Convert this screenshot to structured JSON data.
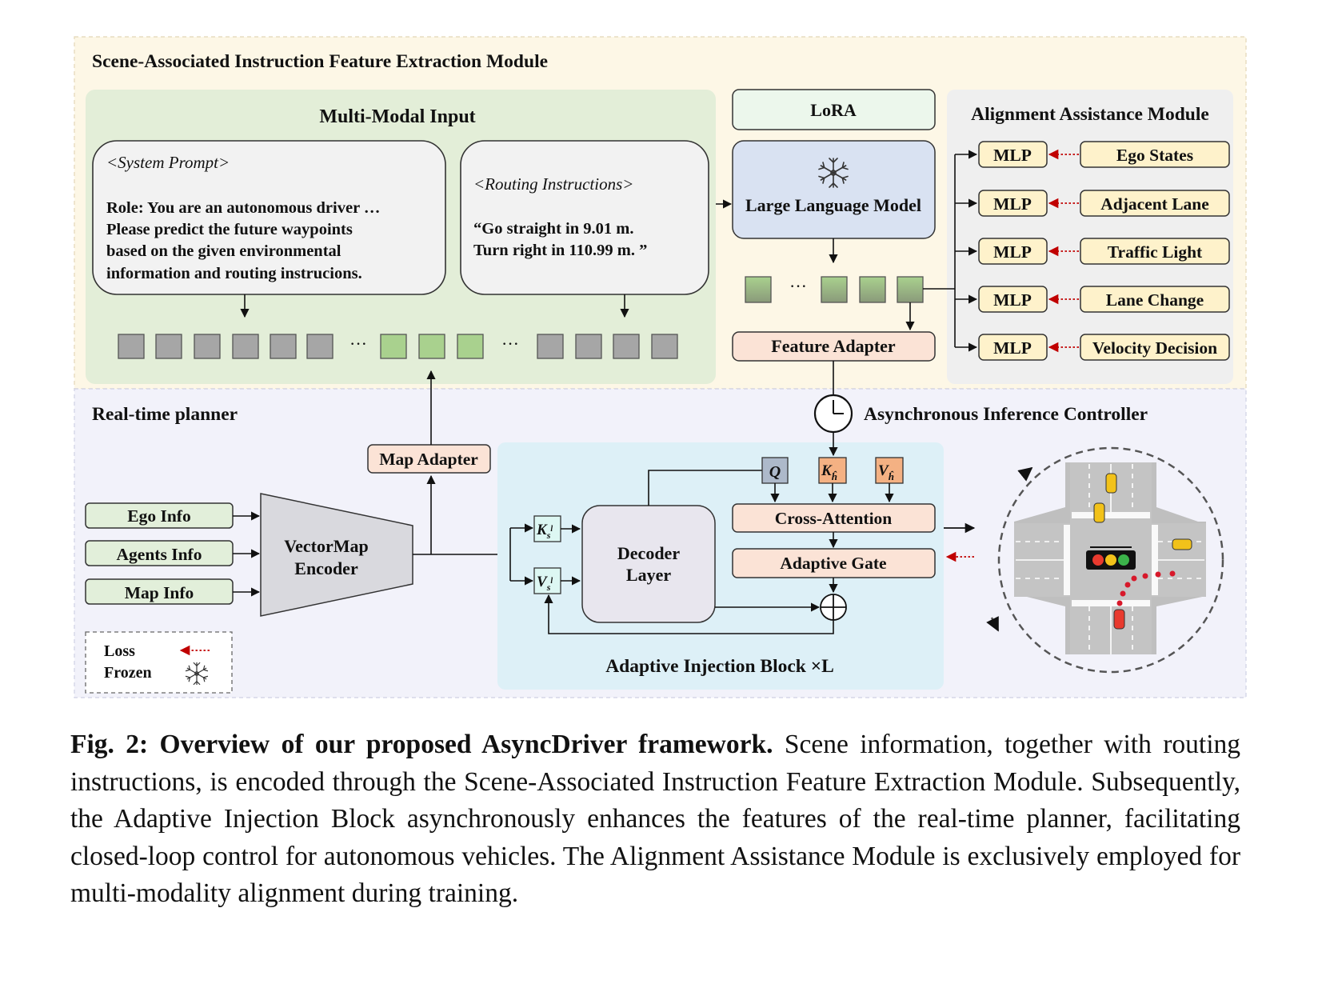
{
  "top_module": {
    "title": "Scene-Associated Instruction Feature Extraction Module"
  },
  "multimodal": {
    "title": "Multi-Modal Input",
    "system_prompt": {
      "heading": "<System Prompt>",
      "lines": [
        "Role: You are an autonomous driver …",
        "Please predict the future waypoints",
        "based on the given environmental",
        "information and routing instrucions."
      ]
    },
    "routing": {
      "heading": "<Routing Instructions>",
      "lines": [
        "“Go straight in 9.01 m.",
        "Turn right in 110.99 m. ”"
      ]
    },
    "ellipsis": "···"
  },
  "llm": {
    "lora": "LoRA",
    "label": "Large Language Model",
    "ellipsis": "···",
    "feature_adapter": "Feature Adapter",
    "icon": "snowflake-icon"
  },
  "alignment": {
    "title": "Alignment Assistance Module",
    "mlp_label": "MLP",
    "targets": [
      "Ego States",
      "Adjacent Lane",
      "Traffic Light",
      "Lane Change",
      "Velocity Decision"
    ]
  },
  "planner": {
    "title": "Real-time planner",
    "inputs": [
      "Ego Info",
      "Agents Info",
      "Map Info"
    ],
    "encoder": [
      "VectorMap",
      "Encoder"
    ],
    "map_adapter": "Map Adapter",
    "controller": "Asynchronous Inference Controller"
  },
  "injection": {
    "title": "Adaptive Injection Block ×L",
    "decoder": [
      "Decoder",
      "Layer"
    ],
    "cross_attention": "Cross-Attention",
    "adaptive_gate": "Adaptive Gate",
    "q": "Q",
    "k": "K",
    "v": "V",
    "k_sub": "ĥ",
    "ks": "K",
    "vs": "V",
    "s_sub": "s",
    "s_sup": "l"
  },
  "legend": {
    "loss": "Loss",
    "frozen": "Frozen"
  },
  "caption": {
    "bold": "Fig. 2: Overview of our proposed AsyncDriver framework.",
    "text": " Scene information, together with routing instructions, is encoded through the Scene-Associated Instruction Feature Extraction Module. Subsequently, the Adaptive Injection Block asynchronously enhances the features of the real-time planner, facilitating closed-loop control for autonomous vehicles. The Alignment Assistance Module is exclusively employed for multi-modality alignment during training."
  },
  "colors": {
    "top_bg": "#fdf7e6",
    "bottom_bg": "#f2f2fa",
    "green_panel": "#e3eed8",
    "align_panel": "#efefef",
    "inject_panel": "#ddf0f7",
    "llm_fill": "#d9e2f2",
    "peach": "#fbe3d6",
    "yellow": "#fef2cb",
    "light_green": "#e2efda",
    "token_gray": "#a6a6a6",
    "token_green": "#a9d18e",
    "loss_red": "#c00000"
  }
}
